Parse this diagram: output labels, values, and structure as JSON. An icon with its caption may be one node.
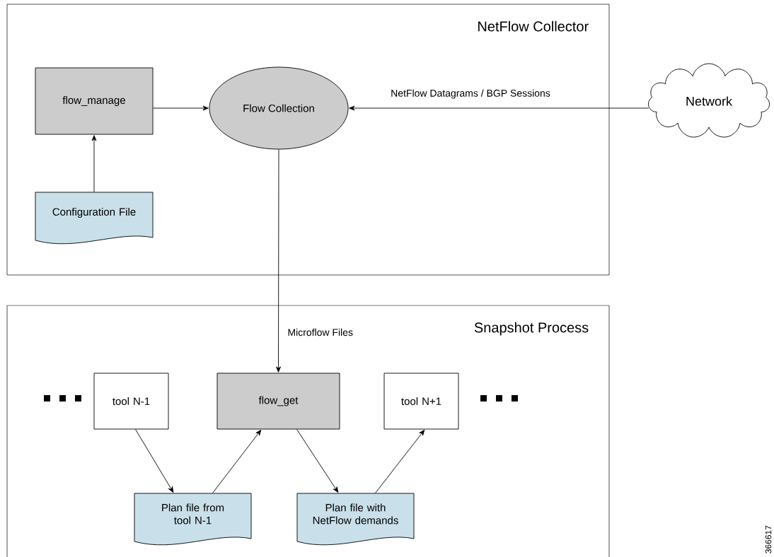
{
  "diagram": {
    "nodes": [
      {
        "text": [
          "NetFlow Collector"
        ]
      },
      {
        "text": [
          "flow_manage"
        ],
        "in": 0
      },
      {
        "text": [
          "Flow Collection"
        ],
        "in": 0
      },
      {
        "text": [
          "Configuration File"
        ],
        "in": 0
      },
      {
        "text": [
          "Network"
        ]
      },
      {
        "text": [
          "Snapshot Process"
        ]
      },
      {
        "text": [
          "tool N-1"
        ],
        "in": 5
      },
      {
        "text": [
          "flow_get"
        ],
        "in": 5
      },
      {
        "text": [
          "tool N+1"
        ],
        "in": 5
      },
      {
        "text": [
          "Plan file from tool N-1"
        ],
        "in": 5
      },
      {
        "text": [
          "Plan file with NetFlow demands"
        ],
        "in": 5
      }
    ],
    "edges": [
      {
        "from": 1,
        "to": 2,
        "arrow": "to"
      },
      {
        "from": 3,
        "to": 1,
        "arrow": "to"
      },
      {
        "from": 4,
        "to": 2,
        "arrow": "to",
        "label": "NetFlow Datagrams / BGP Sessions"
      },
      {
        "from": 2,
        "to": 7,
        "arrow": "to",
        "label": "Microflow Files"
      },
      {
        "from": 6,
        "to": 9,
        "arrow": "to"
      },
      {
        "from": 9,
        "to": 7,
        "arrow": "to"
      },
      {
        "from": 7,
        "to": 10,
        "arrow": "to"
      },
      {
        "from": 10,
        "to": 8,
        "arrow": "to"
      }
    ],
    "labels": [
      "366617"
    ]
  }
}
